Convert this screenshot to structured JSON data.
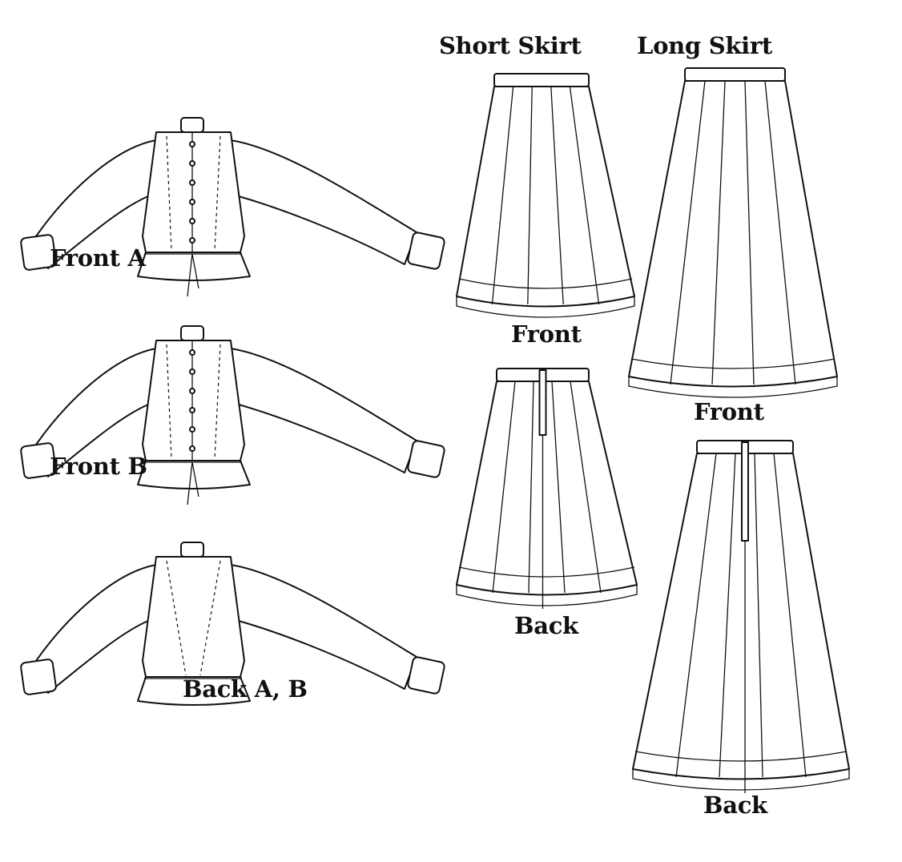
{
  "labels": {
    "short_skirt": "Short Skirt",
    "long_skirt": "Long Skirt",
    "front_a": "Front A",
    "front_b": "Front B",
    "back_ab": "Back A, B",
    "short_front": "Front",
    "short_back": "Back",
    "long_front": "Front",
    "long_back": "Back"
  }
}
